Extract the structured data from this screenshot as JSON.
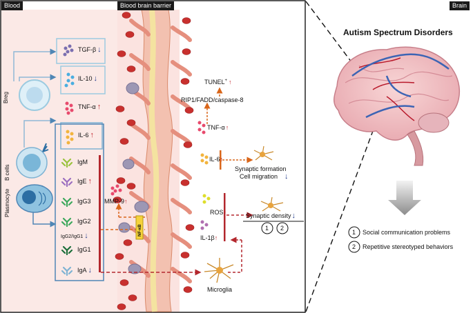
{
  "panels": {
    "blood": "Blood",
    "bbb": "Blood brain barrier",
    "brain": "Brain"
  },
  "cells": {
    "breg": "Breg",
    "b_cells": "B cells",
    "plasmocyte": "Plasmocyte"
  },
  "cytokines": [
    {
      "label": "TGF-β",
      "arrow": "↓",
      "dir": "down"
    },
    {
      "label": "IL-10",
      "arrow": "↓",
      "dir": "down"
    },
    {
      "label": "TNF-α",
      "arrow": "↑",
      "dir": "up"
    },
    {
      "label": "IL-6",
      "arrow": "↑",
      "dir": "up"
    }
  ],
  "immunoglobulins": [
    {
      "label": "IgM",
      "arrow": ""
    },
    {
      "label": "IgE",
      "arrow": "↑"
    },
    {
      "label": "IgG3",
      "arrow": ""
    },
    {
      "label": "IgG2",
      "arrow": ""
    },
    {
      "label": "IgG2/IgG1",
      "arrow": "↓"
    },
    {
      "label": "IgG1",
      "arrow": ""
    },
    {
      "label": "IgA",
      "arrow": "↓"
    }
  ],
  "pathway": {
    "tunel": "TUNEL",
    "tunel_sup": "+",
    "tunel_arrow": "↑",
    "rip": "RIP1/FADD/caspase-8",
    "tnf": "TNF-α",
    "tnf_arrow": "↑",
    "il6": "IL-6",
    "il6_arrow": "↑",
    "synaptic_formation": "Synaptic formation",
    "cell_migration": "Cell migration",
    "migration_arrow": "↓",
    "mmp9": "MMP-9",
    "mmp9_arrow": "↑",
    "nfkb": "NF-κB",
    "ros": "ROS",
    "ros_arrow": "↑",
    "il1b": "IL-1β",
    "il1b_arrow": "↑",
    "synaptic_density": "Synaptic density",
    "density_arrow": "↓",
    "circle1": "1",
    "circle2": "2",
    "microglia": "Microglia"
  },
  "brain": {
    "title": "Autism Spectrum Disorders",
    "item1_num": "1",
    "item1": "Social communication problems",
    "item2_num": "2",
    "item2": "Repetitive stereotyped behaviors"
  },
  "colors": {
    "bbb_bg": "#fbe6e4",
    "rbc": "#c8302e",
    "box": "#5a8fb8",
    "up": "#c0242c",
    "down": "#233c8c",
    "dash": "#b3272d",
    "orange_dash": "#d9661a"
  }
}
